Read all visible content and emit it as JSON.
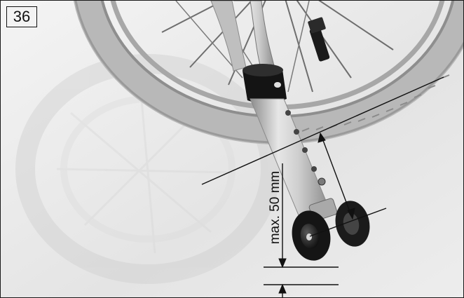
{
  "figure": {
    "number": "36",
    "measurement_label": "max. 50 mm"
  },
  "icons": {
    "wheel": "wheelchair-rear-wheel",
    "caster": "anti-tip-caster"
  },
  "colors": {
    "frame": "#111111",
    "tire": "#bdbdbd",
    "tube": "#c9c9c9",
    "caster_wheel": "#1c1c1c"
  }
}
